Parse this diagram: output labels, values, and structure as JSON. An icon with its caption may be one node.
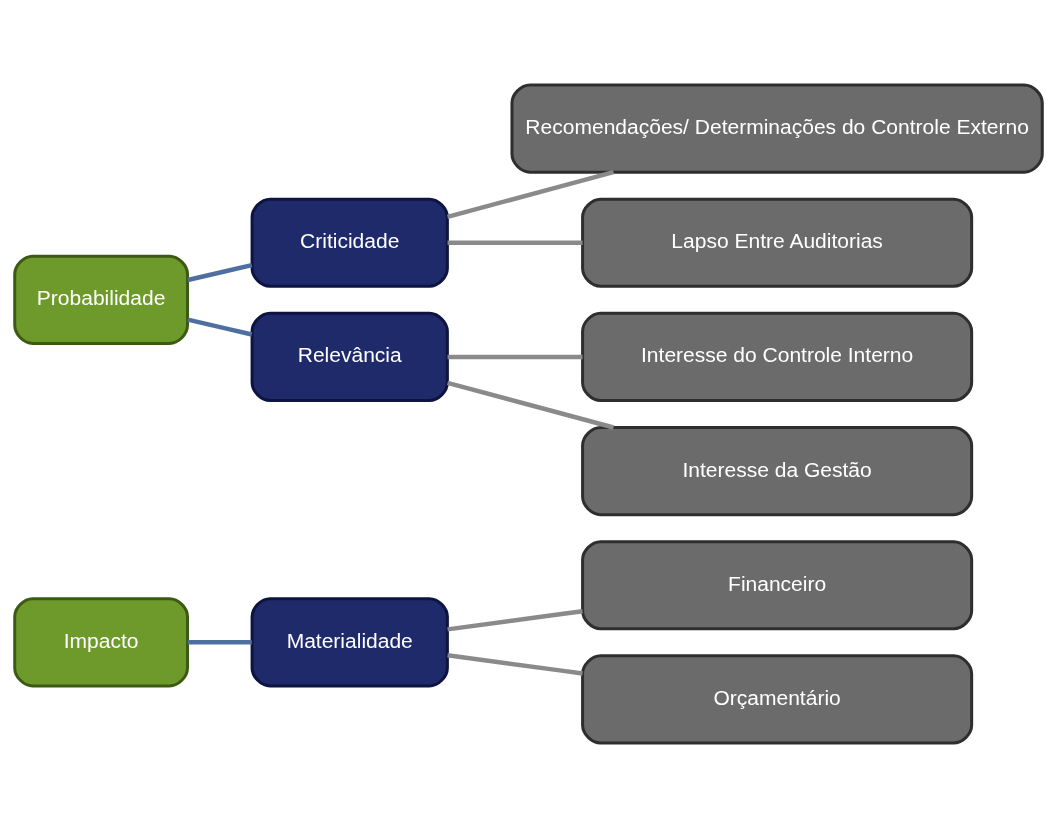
{
  "diagram": {
    "nodes": [
      {
        "text": [
          "Impacto"
        ]
      },
      {
        "text": [
          "Materialidade"
        ]
      },
      {
        "text": [
          "Financeiro"
        ]
      },
      {
        "text": [
          "Orçamentário"
        ]
      },
      {
        "text": [
          "Probabilidade"
        ]
      },
      {
        "text": [
          "Criticidade"
        ]
      },
      {
        "text": [
          "Recomendações/ Determinações do Controle Externo"
        ]
      },
      {
        "text": [
          "Lapso Entre Auditorias"
        ]
      },
      {
        "text": [
          "Relevância"
        ]
      },
      {
        "text": [
          "Interesse do Controle Interno"
        ]
      },
      {
        "text": [
          "Interesse da Gestão"
        ]
      }
    ],
    "edges": [
      {
        "from": 0,
        "to": 1,
        "arrow": "none",
        "color": "#4f6fa0"
      },
      {
        "from": 1,
        "to": 2,
        "arrow": "none"
      },
      {
        "from": 1,
        "to": 3,
        "arrow": "none"
      },
      {
        "from": 4,
        "to": 5,
        "arrow": "none",
        "color": "#4f6fa0"
      },
      {
        "from": 4,
        "to": 8,
        "arrow": "none",
        "color": "#4f6fa0"
      },
      {
        "from": 5,
        "to": 6,
        "arrow": "none"
      },
      {
        "from": 5,
        "to": 7,
        "arrow": "none"
      },
      {
        "from": 8,
        "to": 9,
        "arrow": "none"
      },
      {
        "from": 8,
        "to": 10,
        "arrow": "none"
      }
    ]
  }
}
